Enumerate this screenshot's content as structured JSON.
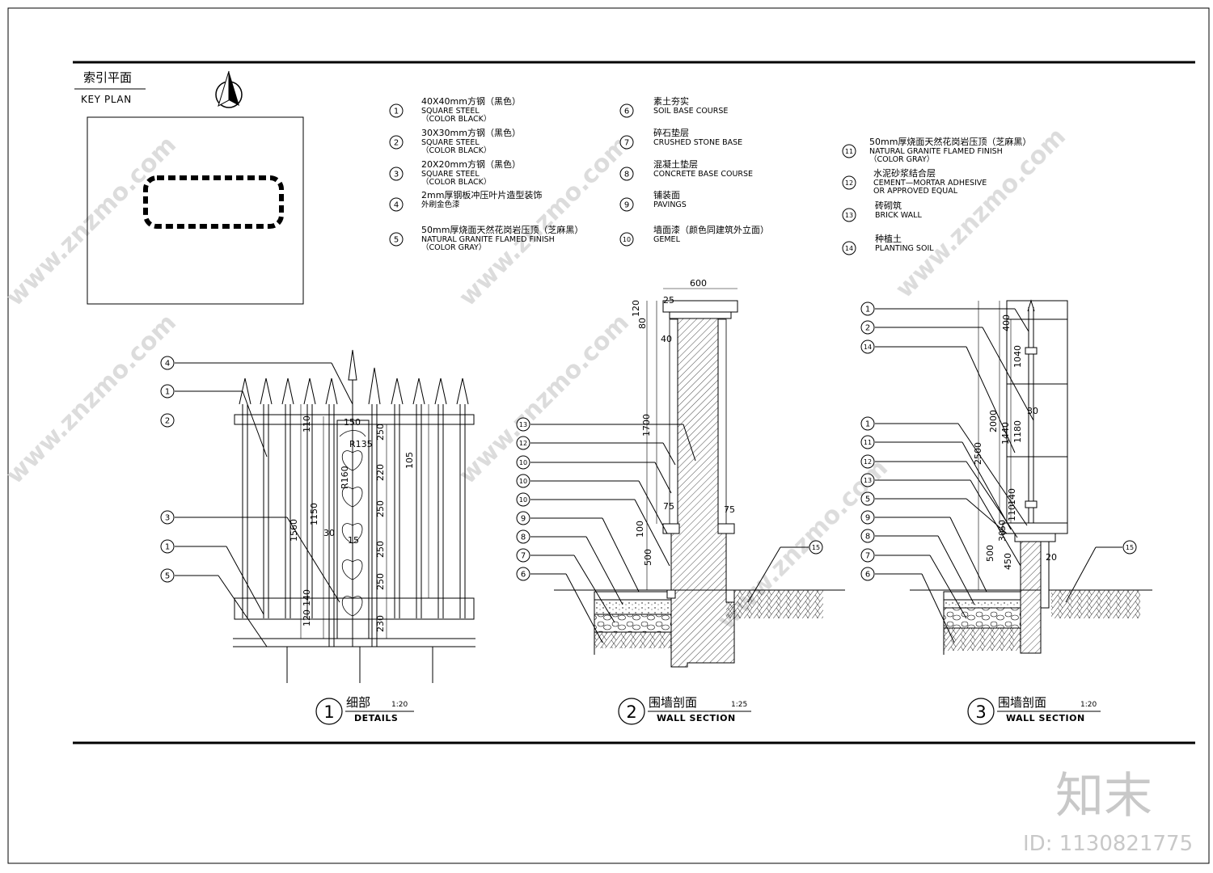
{
  "key_plan": {
    "title_cn": "索引平面",
    "title_en": "KEY PLAN"
  },
  "legend": [
    {
      "num": "1",
      "lines": [
        "40X40mm方钢（黑色）",
        "SQUARE STEEL",
        "（COLOR BLACK）"
      ]
    },
    {
      "num": "2",
      "lines": [
        "30X30mm方钢（黑色）",
        "SQUARE STEEL",
        "（COLOR BLACK）"
      ]
    },
    {
      "num": "3",
      "lines": [
        "20X20mm方钢（黑色）",
        "SQUARE STEEL",
        "（COLOR BLACK）"
      ]
    },
    {
      "num": "4",
      "lines": [
        "2mm厚钢板冲压叶片造型装饰",
        "外刷金色漆"
      ]
    },
    {
      "num": "5",
      "lines": [
        "50mm厚烧面天然花岗岩压顶（芝麻黑）",
        "NATURAL GRANITE FLAMED FINISH",
        "（COLOR GRAY）"
      ]
    },
    {
      "num": "6",
      "lines": [
        "素土夯实",
        "SOIL BASE COURSE"
      ]
    },
    {
      "num": "7",
      "lines": [
        "碎石垫层",
        "CRUSHED STONE BASE"
      ]
    },
    {
      "num": "8",
      "lines": [
        "混凝土垫层",
        "CONCRETE BASE COURSE"
      ]
    },
    {
      "num": "9",
      "lines": [
        "铺装面",
        "PAVINGS"
      ]
    },
    {
      "num": "10",
      "lines": [
        "墙面漆（颜色同建筑外立面）",
        "GEMEL"
      ]
    },
    {
      "num": "11",
      "lines": [
        "50mm厚烧面天然花岗岩压顶（芝麻黑）",
        "NATURAL GRANITE FLAMED FINISH",
        "（COLOR GRAY）"
      ]
    },
    {
      "num": "12",
      "lines": [
        "水泥砂浆结合层",
        "CEMENT—MORTAR ADHESIVE",
        "OR APPROVED EQUAL"
      ]
    },
    {
      "num": "13",
      "lines": [
        "砖砌筑",
        "BRICK WALL"
      ]
    },
    {
      "num": "14",
      "lines": [
        "种植土",
        "PLANTING SOIL"
      ]
    }
  ],
  "views": [
    {
      "num": "1",
      "title_cn": "细部",
      "scale": "1:20",
      "title_en": "DETAILS"
    },
    {
      "num": "2",
      "title_cn": "围墙剖面",
      "scale": "1:25",
      "title_en": "WALL SECTION"
    },
    {
      "num": "3",
      "title_cn": "围墙剖面",
      "scale": "1:20",
      "title_en": "WALL SECTION"
    }
  ],
  "detail1": {
    "callouts": [
      "4",
      "1",
      "2",
      "3",
      "1",
      "5"
    ],
    "dims": [
      "150",
      "110",
      "250",
      "220",
      "250",
      "250",
      "250",
      "230",
      "105",
      "1560",
      "1150",
      "30",
      "15",
      "R160",
      "R135",
      "120",
      "140"
    ]
  },
  "section2": {
    "callouts": [
      "13",
      "12",
      "10",
      "10",
      "10",
      "9",
      "8",
      "7",
      "6",
      "15"
    ],
    "dims": [
      "600",
      "25",
      "120",
      "80",
      "40",
      "1700",
      "75",
      "75",
      "100",
      "500"
    ]
  },
  "section3": {
    "callouts": [
      "1",
      "2",
      "14",
      "1",
      "11",
      "12",
      "13",
      "5",
      "9",
      "8",
      "7",
      "6",
      "15"
    ],
    "dims": [
      "400",
      "1040",
      "30",
      "2000",
      "1440",
      "1180",
      "2500",
      "110",
      "140",
      "30",
      "50",
      "500",
      "450",
      "20"
    ]
  },
  "watermark": {
    "site": "www.znzmo.com",
    "brand": "知末",
    "id": "ID: 1130821775"
  }
}
